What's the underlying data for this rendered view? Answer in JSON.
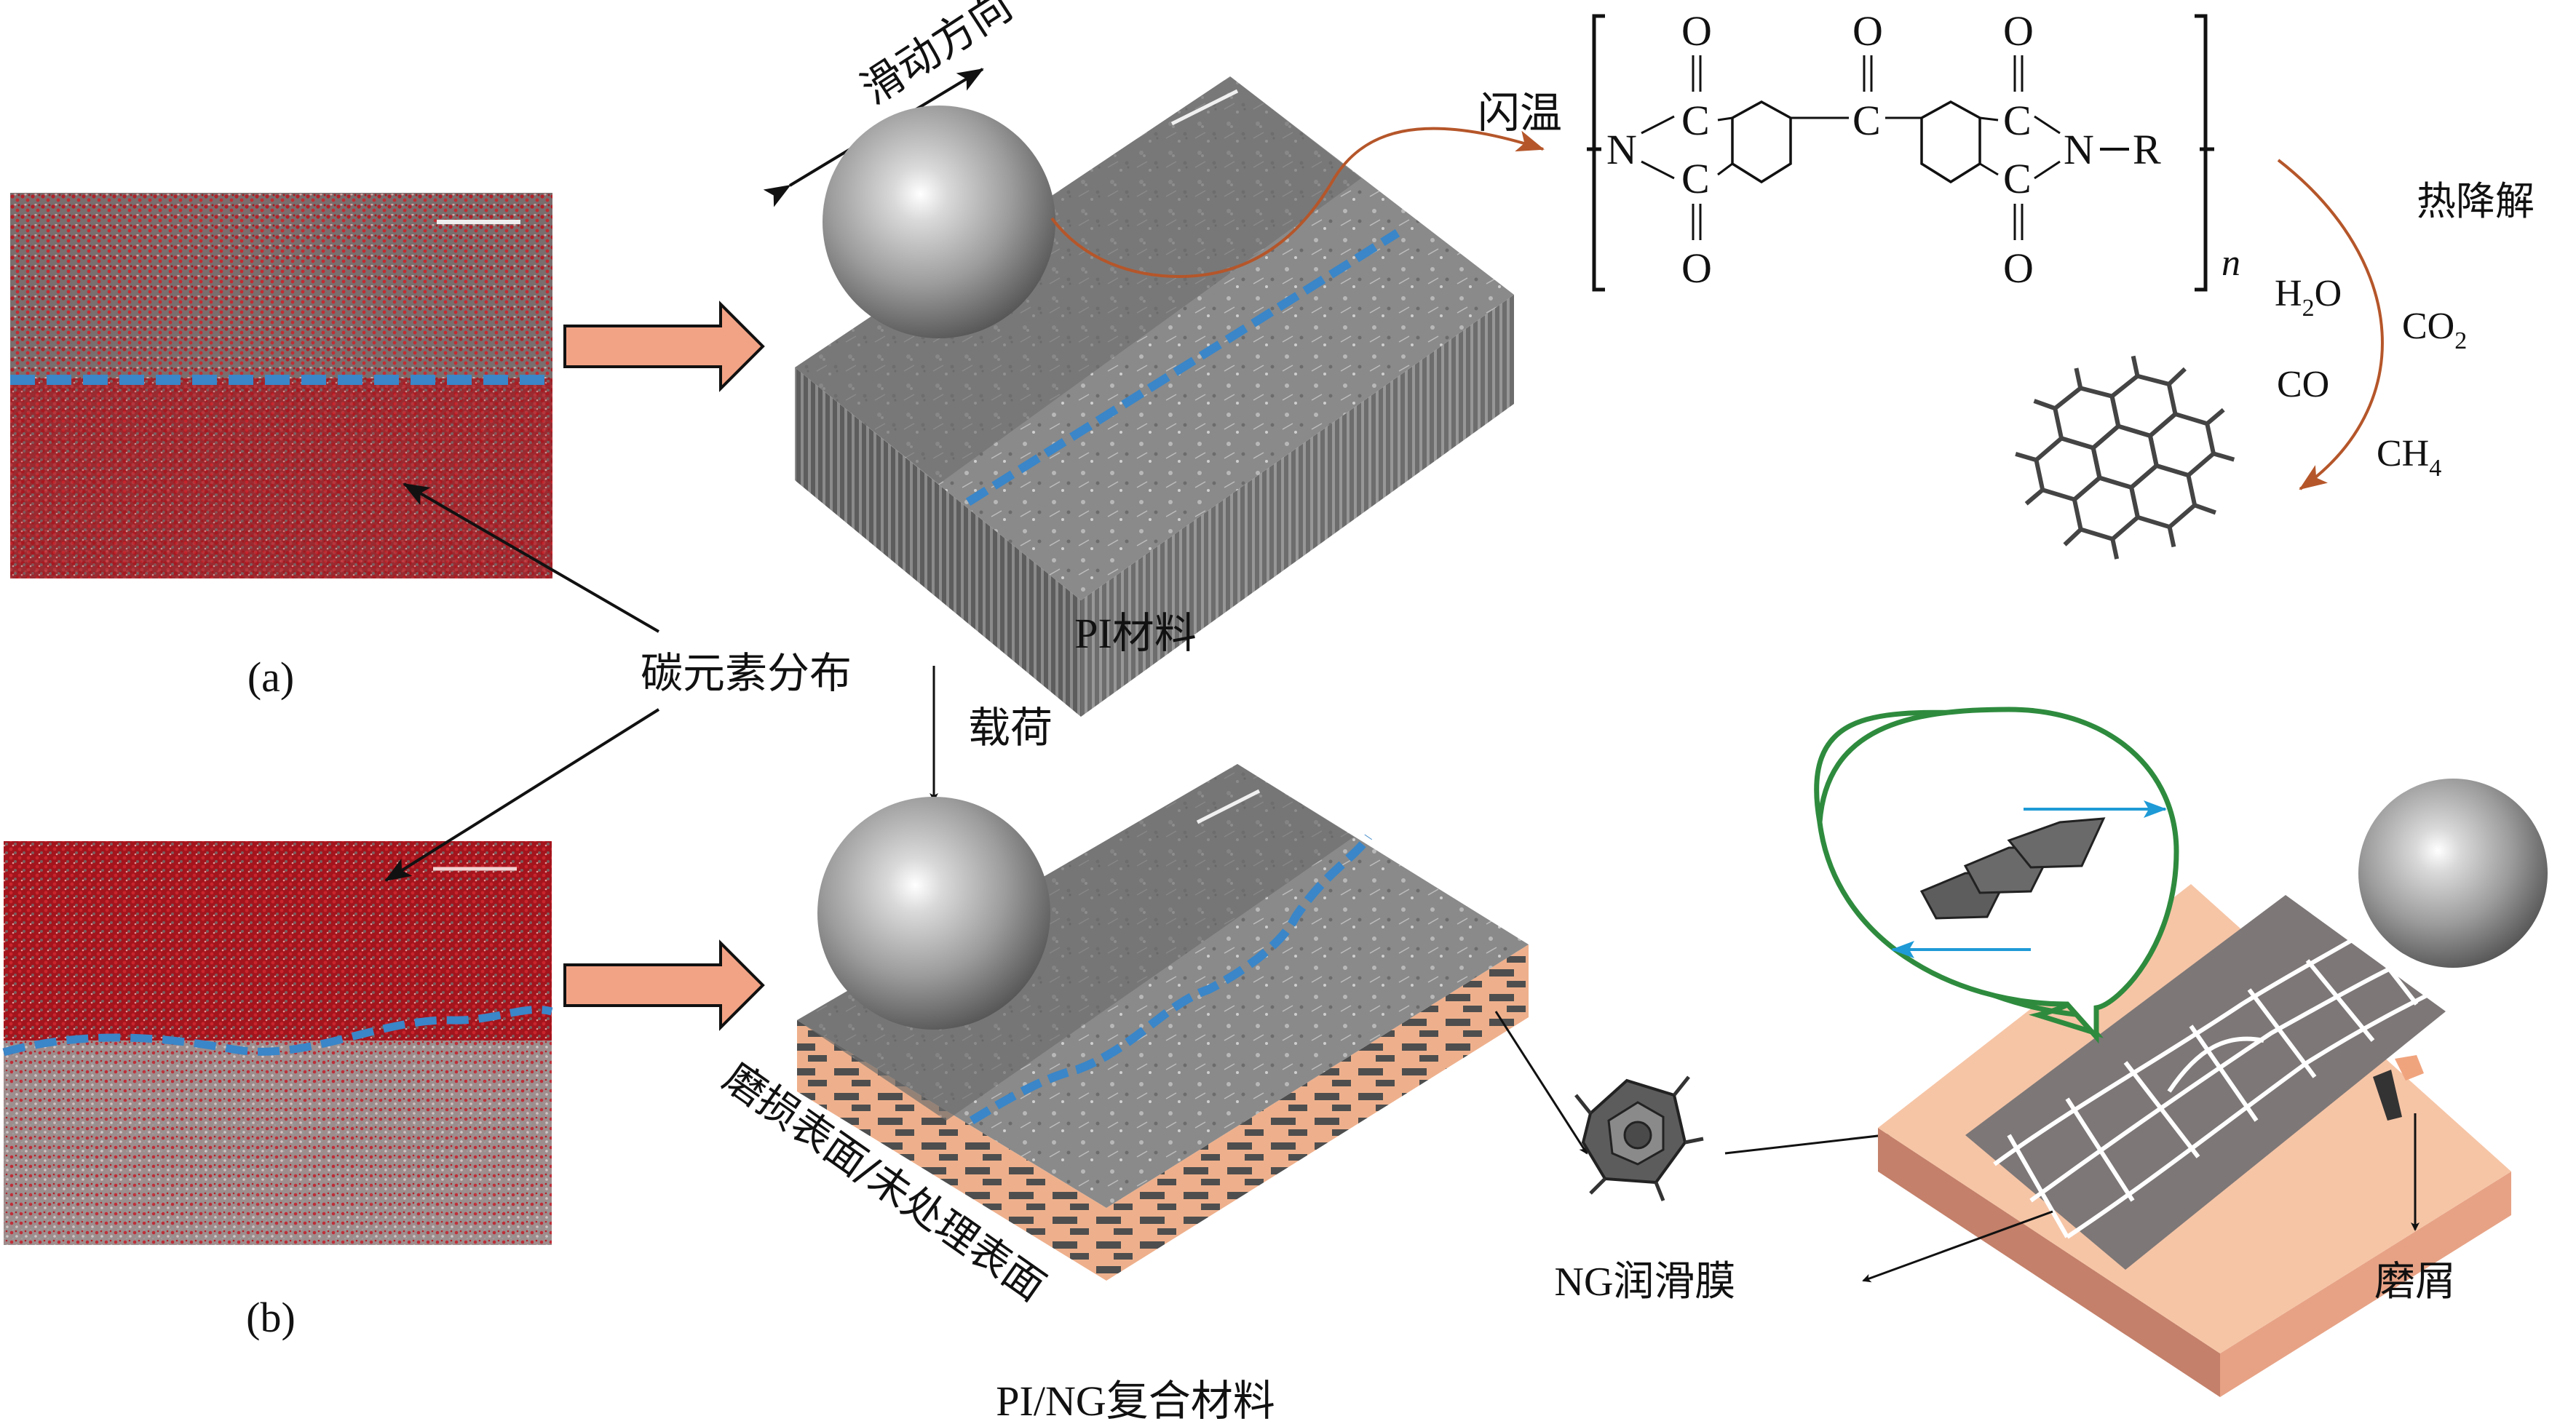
{
  "figure": {
    "panel_a_label": "(a)",
    "panel_b_label": "(b)",
    "carbon_distribution_label": "碳元素分布",
    "sliding_direction_label": "滑动方向",
    "pi_material_label": "PI材料",
    "load_label": "载荷",
    "flash_temperature_label": "闪温",
    "thermal_degradation_label": "热降解",
    "worn_untreated_surface_label": "磨损表面/未处理表面",
    "pi_ng_composite_label": "PI/NG复合材料",
    "ng_lubricating_film_label": "NG润滑膜",
    "wear_debris_label": "磨屑",
    "polymer_repeat_subscript": "n",
    "products": [
      {
        "base": "H",
        "sub": "2",
        "tail": "O"
      },
      {
        "base": "CO",
        "sub": "2",
        "tail": ""
      },
      {
        "base": "CO",
        "sub": "",
        "tail": ""
      },
      {
        "base": "CH",
        "sub": "4",
        "tail": ""
      }
    ],
    "structure_atoms": {
      "O": "O",
      "C": "C",
      "N": "N",
      "R": "R"
    },
    "colors": {
      "edx_red": "#b3222a",
      "boundary_blue": "#3a86c8",
      "block_arrow_fill": "#f2a385",
      "degradation_arrow": "#b5562a",
      "composite_side": "#eeb08c",
      "ng_bubble": "#2e8b3e",
      "shear_arrow": "#1e9ad6"
    }
  }
}
